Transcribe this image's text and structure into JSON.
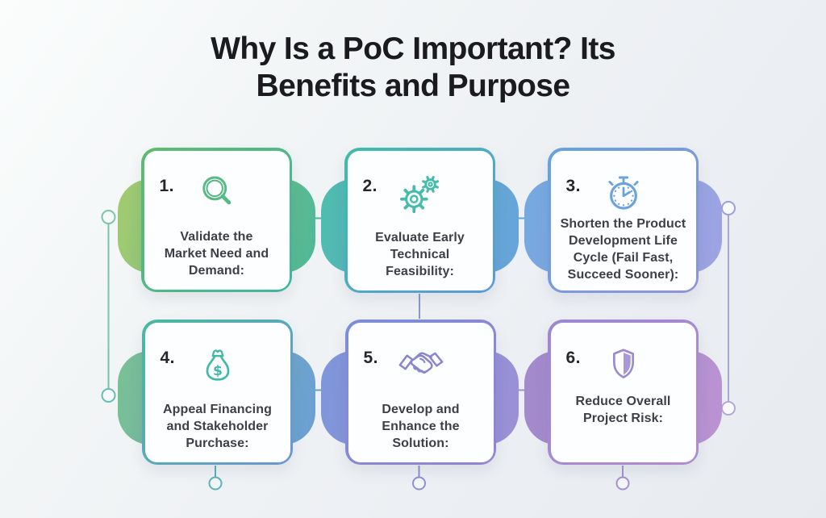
{
  "title": {
    "lines": [
      "Why Is a PoC Important? Its",
      "Benefits and Purpose"
    ]
  },
  "cards": [
    {
      "number": "1.",
      "icon": "magnifier-icon",
      "lines": [
        "Validate the",
        "Market Need and",
        "Demand:"
      ],
      "colors": {
        "border_from": "#5fba6f",
        "border_to": "#3eb79e",
        "pill_from": "#a3cb70",
        "pill_to": "#4fb898",
        "icon": "#57ba85"
      }
    },
    {
      "number": "2.",
      "icon": "gears-icon",
      "lines": [
        "Evaluate Early",
        "Technical",
        "Feasibility:"
      ],
      "colors": {
        "border_from": "#3fbcaa",
        "border_to": "#5b9bd8",
        "pill_from": "#4fbdae",
        "pill_to": "#68a3dc",
        "icon": "#45bcab"
      }
    },
    {
      "number": "3.",
      "icon": "stopwatch-icon",
      "lines": [
        "Shorten the Product",
        "Development Life",
        "Cycle (Fail Fast,",
        "Succeed Sooner):"
      ],
      "colors": {
        "border_from": "#66a3de",
        "border_to": "#8f92d8",
        "pill_from": "#74a9e0",
        "pill_to": "#9fa3e2",
        "icon": "#6aa3db"
      }
    },
    {
      "number": "4.",
      "icon": "money-bag-icon",
      "lines": [
        "Appeal Financing",
        "and Stakeholder",
        "Purchase:"
      ],
      "colors": {
        "border_from": "#49ba9c",
        "border_to": "#6b96d4",
        "pill_from": "#79c193",
        "pill_to": "#6b9fd6",
        "icon": "#43b9a9"
      }
    },
    {
      "number": "5.",
      "icon": "handshake-icon",
      "lines": [
        "Develop and",
        "Enhance the",
        "Solution:"
      ],
      "colors": {
        "border_from": "#7b8ed8",
        "border_to": "#9583d2",
        "pill_from": "#7f96da",
        "pill_to": "#9c90d7",
        "icon": "#8b85cf"
      }
    },
    {
      "number": "6.",
      "icon": "shield-icon",
      "lines": [
        "Reduce Overall",
        "Project Risk:"
      ],
      "colors": {
        "border_from": "#9c86d2",
        "border_to": "#b08cd0",
        "pill_from": "#a189cc",
        "pill_to": "#bb93d2",
        "icon": "#9c89d4"
      }
    }
  ],
  "palette": {
    "background_from": "#fbfdfd",
    "background_to": "#e7ebf0",
    "title_color": "#1a1a1f",
    "card_text_color": "#3e3e48",
    "connector_green": "#7cc4a6",
    "connector_blue": "#5ea8da",
    "connector_purple": "#aba4dc"
  }
}
